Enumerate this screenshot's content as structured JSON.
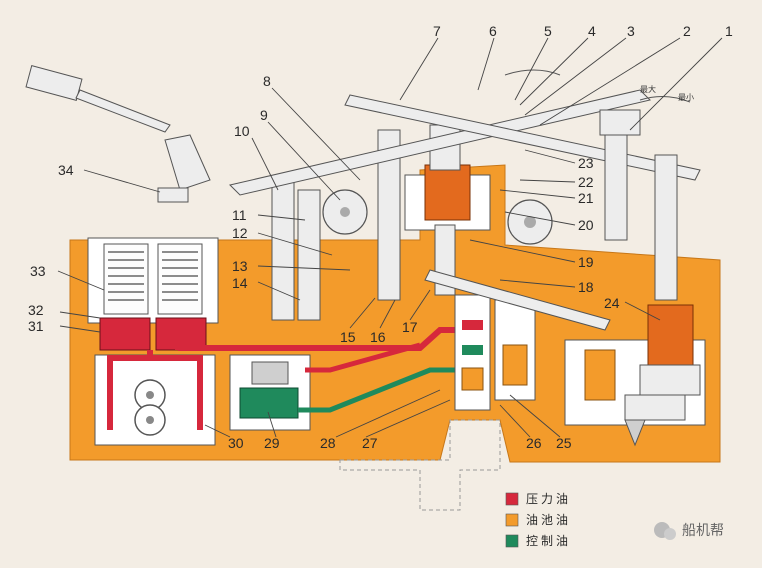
{
  "callouts": [
    "1",
    "2",
    "3",
    "4",
    "5",
    "6",
    "7",
    "8",
    "9",
    "10",
    "11",
    "12",
    "13",
    "14",
    "15",
    "16",
    "17",
    "18",
    "19",
    "20",
    "21",
    "22",
    "23",
    "24",
    "25",
    "26",
    "27",
    "28",
    "29",
    "30",
    "31",
    "32",
    "33",
    "34"
  ],
  "legend": [
    {
      "label": "压力油",
      "color": "#d6283c"
    },
    {
      "label": "油池油",
      "color": "#f39b2b"
    },
    {
      "label": "控制油",
      "color": "#1f8a5c"
    }
  ],
  "scale_labels": {
    "big": "最大",
    "small": "最小"
  },
  "watermark": "船机帮",
  "colors": {
    "housing": "#f39b2b",
    "pressure": "#d6283c",
    "control": "#1f8a5c",
    "metal": "#ededed"
  }
}
